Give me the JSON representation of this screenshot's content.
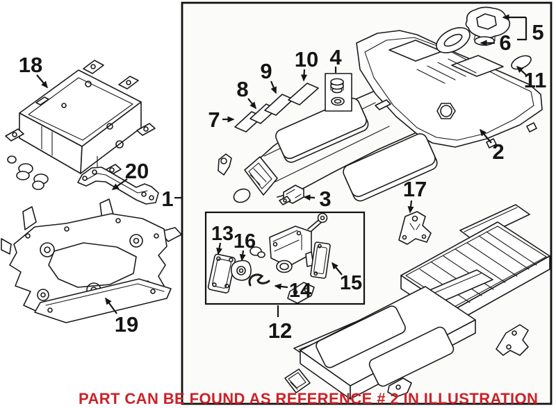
{
  "note": {
    "text": "PART CAN BE FOUND AS REFERENCE # 2 IN ILLUSTRATION"
  },
  "colors": {
    "note_red": "#cc2127",
    "line": "#1a1a1a",
    "background": "#ffffff",
    "panel_fill": "#fbfbfa"
  },
  "callouts": {
    "c1": "1",
    "c2": "2",
    "c3": "3",
    "c4": "4",
    "c5": "5",
    "c6": "6",
    "c7": "7",
    "c8": "8",
    "c9": "9",
    "c10": "10",
    "c11": "11",
    "c12": "12",
    "c13": "13",
    "c14": "14",
    "c15": "15",
    "c16": "16",
    "c17": "17",
    "c18": "18",
    "c19": "19",
    "c20": "20"
  }
}
